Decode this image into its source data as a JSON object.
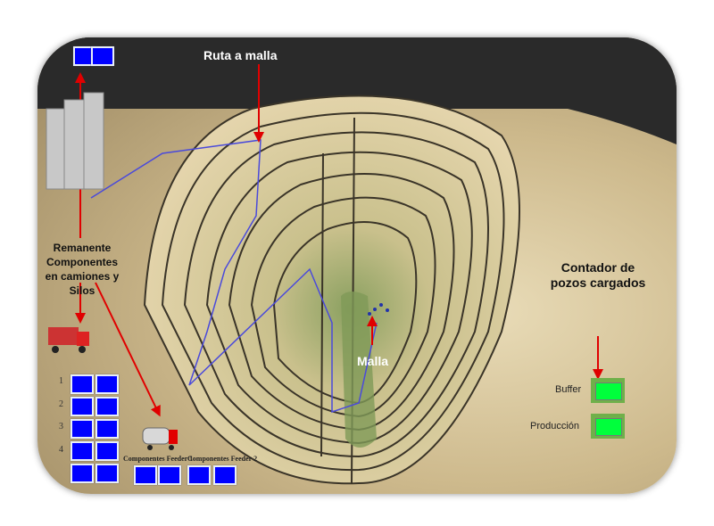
{
  "labels": {
    "route": "Ruta a malla",
    "remnant": "Remanente Componentes en camiones y Silos",
    "mesh": "Malla",
    "counter_title": "Contador de pozos cargados"
  },
  "grid_rows": [
    "1",
    "2",
    "3",
    "4"
  ],
  "feeders": [
    {
      "label": "Componentes Feeder 1"
    },
    {
      "label": "Componentes Feeder 2"
    }
  ],
  "counters": [
    {
      "label": "Buffer"
    },
    {
      "label": "Producción"
    }
  ],
  "colors": {
    "slot": "#0000ff",
    "counter": "#00ff3c",
    "arrow": "#e00000"
  }
}
